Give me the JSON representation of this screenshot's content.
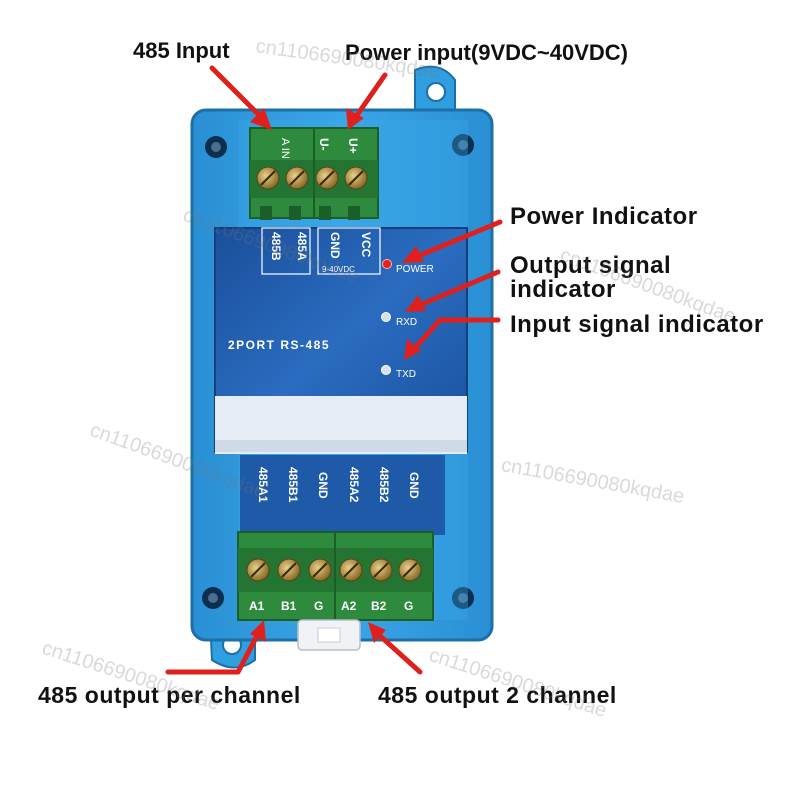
{
  "callouts": {
    "input_485": "485 Input",
    "power_input": "Power input(9VDC~40VDC)",
    "power_indicator": "Power Indicator",
    "output_signal_line1": "Output signal",
    "output_signal_line2": "indicator",
    "input_signal": "Input signal indicator",
    "output_per_channel": "485 output per channel",
    "output_2_channel": "485 output 2 channel"
  },
  "board": {
    "title": "2PORT RS-485",
    "top_terminal_pin_labels": [
      "A IN",
      "U-",
      "U+"
    ],
    "top_vertical_labels": [
      "485B",
      "485A",
      "GND",
      "VCC"
    ],
    "voltage_note": "9-40VDC",
    "leds": {
      "power": "POWER",
      "rxd": "RXD",
      "txd": "TXD"
    },
    "bottom_vertical_labels": [
      "485A1",
      "485B1",
      "GND",
      "485A2",
      "485B2",
      "GND"
    ],
    "bottom_terminal_pin_labels": [
      "A1",
      "B1",
      "G",
      "A2",
      "B2",
      "G"
    ]
  },
  "watermark": "cn1106690080kqdae",
  "colors": {
    "enclosure": "#2f9fe0",
    "panel": "#1e5aa8",
    "terminal": "#2e8b3e",
    "arrow": "#e0201c",
    "power_led": "#e8201c"
  }
}
